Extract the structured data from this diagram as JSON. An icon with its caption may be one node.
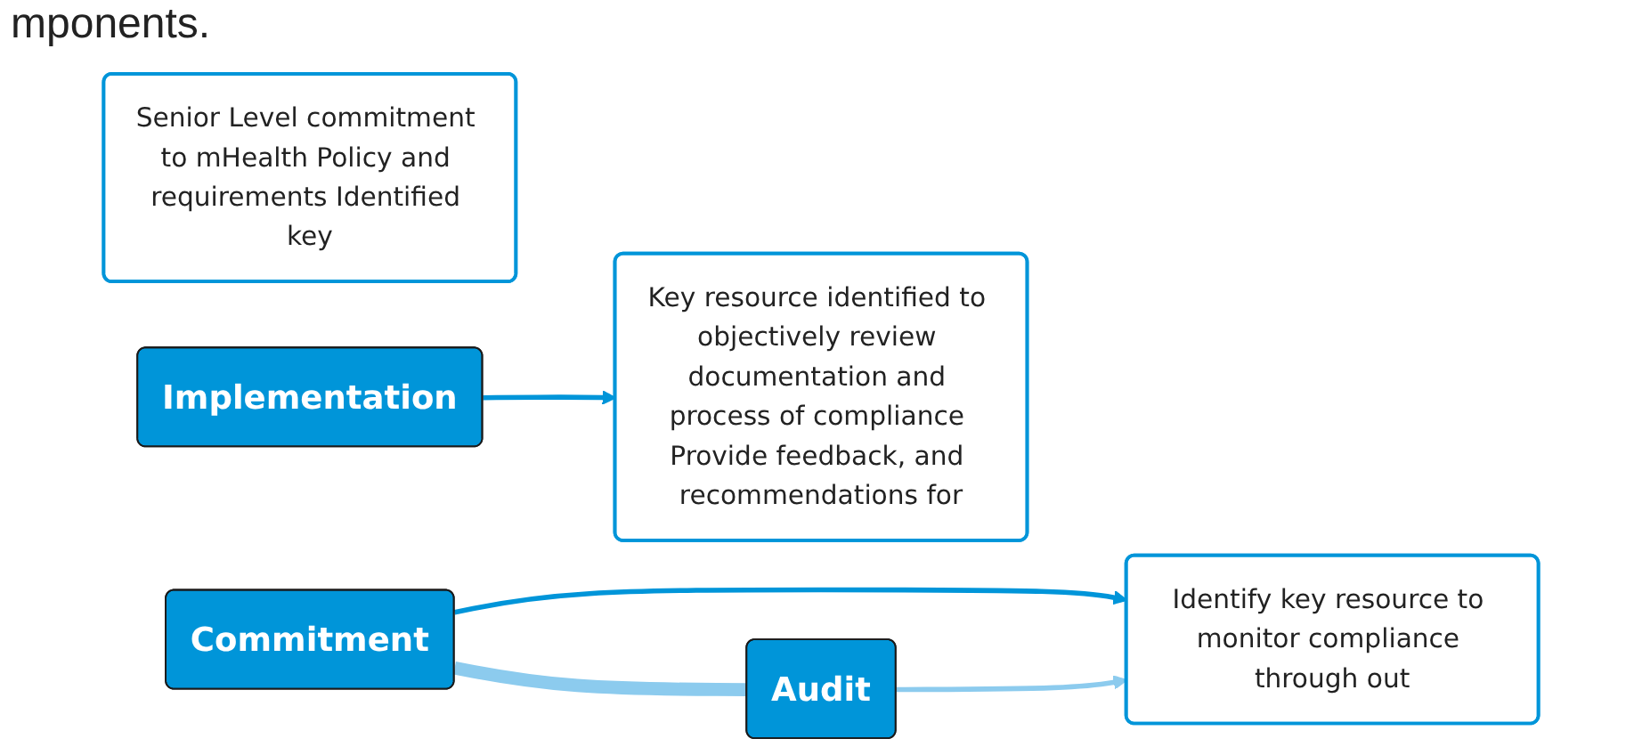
{
  "diagram": {
    "nodes": [
      {
        "text": [
          "Senior Level commitment to mHealth Policy and requirements Identified key"
        ]
      },
      {
        "text": [
          "Commitment"
        ]
      },
      {
        "text": [
          "Implementation"
        ]
      },
      {
        "text": [
          "Identify key resource to monitor compliance through out"
        ]
      },
      {
        "text": [
          "Key resource identified to objectively review documentation and process of compliance Provide feedback, and recommendations for"
        ]
      },
      {
        "text": [
          "Audit"
        ]
      }
    ],
    "edges": [
      {
        "from": 1,
        "to": 3,
        "arrow": "to"
      },
      {
        "from": 2,
        "to": 4,
        "arrow": "to"
      },
      {
        "from": 5,
        "to": 3,
        "arrow": "to",
        "color": "#8ccbee"
      },
      {
        "from": 1,
        "to": 5,
        "arrow": "none",
        "style": "thick",
        "color": "#8ccbee"
      }
    ],
    "labels": [
      "mponents."
    ]
  }
}
